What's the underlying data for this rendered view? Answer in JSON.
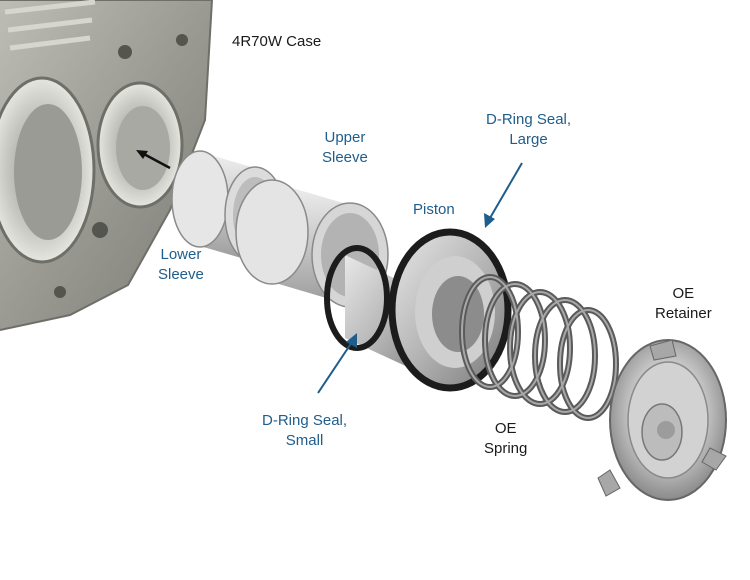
{
  "labels": {
    "case": {
      "lines": [
        "4R70W Case"
      ]
    },
    "upper_sleeve": {
      "lines": [
        "Upper",
        "Sleeve"
      ]
    },
    "lower_sleeve": {
      "lines": [
        "Lower",
        "Sleeve"
      ]
    },
    "piston": {
      "lines": [
        "Piston"
      ]
    },
    "dring_large": {
      "lines": [
        "D-Ring Seal,",
        "Large"
      ]
    },
    "dring_small": {
      "lines": [
        "D-Ring Seal,",
        "Small"
      ]
    },
    "oe_retainer": {
      "lines": [
        "OE",
        "Retainer"
      ]
    },
    "oe_spring": {
      "lines": [
        "OE",
        "Spring"
      ]
    }
  },
  "colors": {
    "label_blue": "#1f5d8c",
    "label_black": "#1a1a1a",
    "pointer_blue": "#1f5d8c",
    "metal_light": "#d8d8d8",
    "metal_dark": "#6e6e6e",
    "seal_black": "#1c1c1c"
  },
  "icons": {
    "pointer": "arrow-icon"
  }
}
